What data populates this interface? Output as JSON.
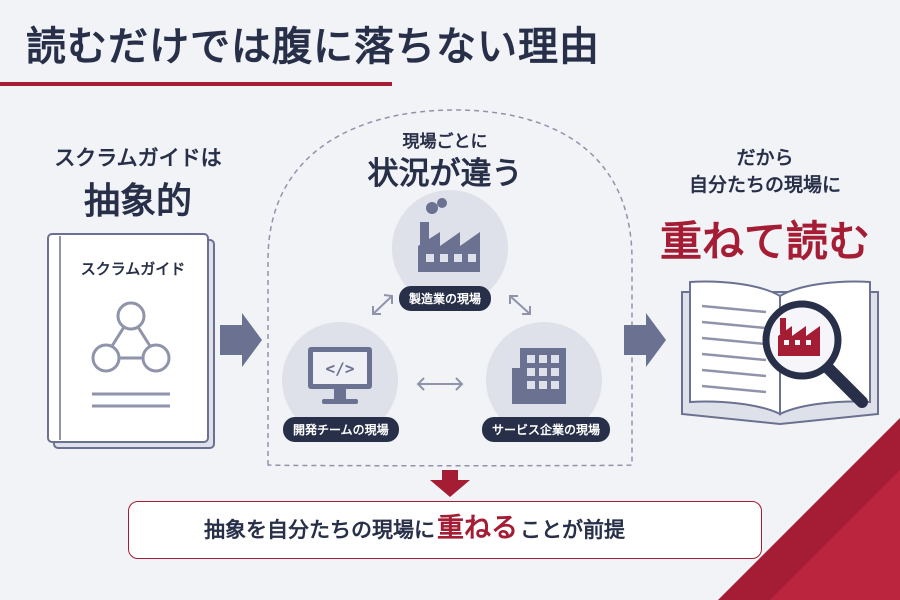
{
  "title": "読むだけでは腹に落ちない理由",
  "left": {
    "sub": "スクラムガイドは",
    "main": "抽象的",
    "book_label": "スクラムガイド"
  },
  "center": {
    "sub": "現場ごとに",
    "main": "状況が違う",
    "sites": {
      "manufacturing": "製造業の現場",
      "development": "開発チームの現場",
      "service": "サービス企業の現場"
    }
  },
  "right": {
    "sub1": "だから",
    "sub2": "自分たちの現場に",
    "main": "重ねて読む"
  },
  "bottom": {
    "before": "抽象を自分たちの現場に",
    "highlight": "重ねる",
    "after": "ことが前提"
  },
  "colors": {
    "navy": "#283049",
    "accent_red": "#a51d34",
    "icon_gray": "#6b7190",
    "soft_circle": "#dfe1ea"
  }
}
